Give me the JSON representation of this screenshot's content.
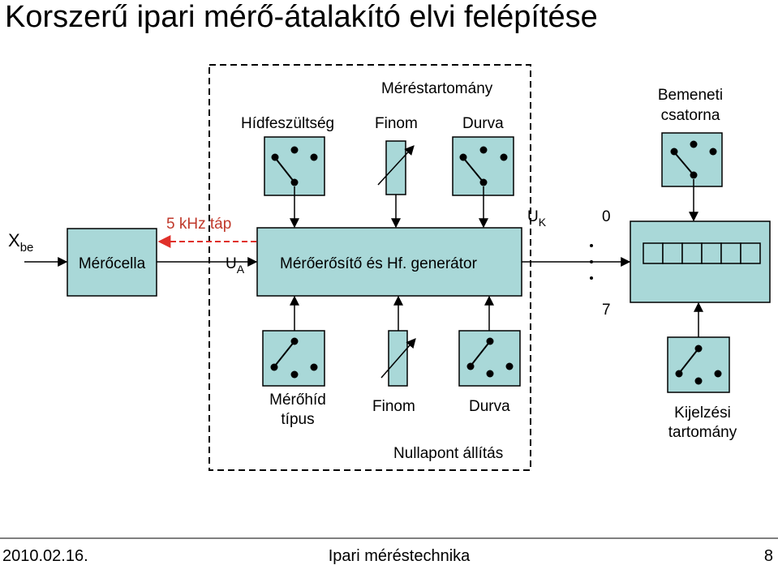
{
  "slide": {
    "title": "Korszerű ipari mérő-átalakító elvi felépítése",
    "footer": {
      "date": "2010.02.16.",
      "course": "Ipari méréstechnika",
      "page": "8"
    }
  },
  "diagram": {
    "input_label": "X",
    "input_sub": "be",
    "cell": "Mérőcella",
    "supply": "5 kHz  táp",
    "ua": "U",
    "ua_sub": "A",
    "amp": "Mérőerősítő és Hf. generátor",
    "uk": "U",
    "uk_sub": "K",
    "ch_first": "0",
    "ch_last": "7",
    "top": {
      "bridge_voltage": "Hídfeszültség",
      "range": "Méréstartomány",
      "fine": "Finom",
      "coarse": "Durva",
      "input_channel_1": "Bemeneti",
      "input_channel_2": "csatorna"
    },
    "bottom": {
      "bridge_type_1": "Mérőhíd",
      "bridge_type_2": "típus",
      "fine": "Finom",
      "coarse": "Durva",
      "zero": "Nullapont állítás",
      "display_range_1": "Kijelzési",
      "display_range_2": "tartomány"
    }
  },
  "colors": {
    "box_fill": "#a9d8d8",
    "supply_arrow": "#e0302a",
    "supply_text": "#c0392b"
  }
}
